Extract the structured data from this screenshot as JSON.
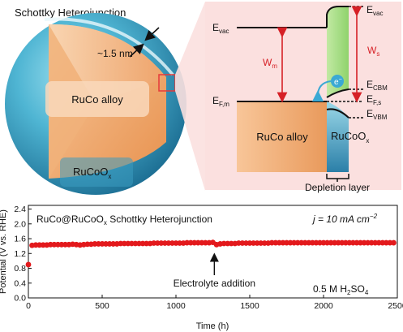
{
  "sphere": {
    "title": "Schottky Heterojunction",
    "shell_thickness": "~1.5 nm",
    "core_label": "RuCo alloy",
    "shell_label_main": "RuCoO",
    "shell_label_sub": "x"
  },
  "band_diagram": {
    "evac_left": {
      "main": "E",
      "sub": "vac"
    },
    "evac_right": {
      "main": "E",
      "sub": "vac"
    },
    "wm": {
      "main": "W",
      "sub": "m"
    },
    "ws": {
      "main": "W",
      "sub": "s"
    },
    "efm": {
      "main": "E",
      "sub": "F,m"
    },
    "ecbm": {
      "main": "E",
      "sub": "CBM"
    },
    "efs": {
      "main": "E",
      "sub": "F,s"
    },
    "evbm": {
      "main": "E",
      "sub": "VBM"
    },
    "electron": "e",
    "electron_sup": "−",
    "metal_label": "RuCo alloy",
    "semi_label_main": "RuCoO",
    "semi_label_sub": "x",
    "depletion_label": "Depletion layer"
  },
  "chart_data": {
    "type": "scatter",
    "annotation_title_main": "RuCo@RuCoO",
    "annotation_title_sub": "x",
    "annotation_title_rest": " Schottky Heterojunction",
    "current_density_main": "j = 10 mA cm",
    "current_density_sup": "−2",
    "electrolyte_main": "0.5 M H",
    "electrolyte_sub1": "2",
    "electrolyte_mid": "SO",
    "electrolyte_sub2": "4",
    "event_label": "Electrolyte addition",
    "event_x": 1260,
    "xlabel": "Time (h)",
    "ylabel": "Potential (V vs. RHE)",
    "xlim": [
      0,
      2500
    ],
    "ylim": [
      0.0,
      2.5
    ],
    "xticks": [
      0,
      500,
      1000,
      1500,
      2000,
      2500
    ],
    "yticks": [
      0.0,
      0.4,
      0.8,
      1.2,
      1.6,
      2.0,
      2.4
    ],
    "ytick_labels": [
      "0.0",
      "0.4",
      "0.8",
      "1.2",
      "1.6",
      "2.0",
      "2.4"
    ],
    "marker_color": "#e3191c",
    "series": [
      {
        "x": [
          0,
          25,
          50,
          75,
          100,
          125,
          150,
          175,
          200,
          225,
          250,
          275,
          300,
          325,
          350,
          375,
          400,
          425,
          450,
          475,
          500,
          525,
          550,
          575,
          600,
          625,
          650,
          675,
          700,
          725,
          750,
          775,
          800,
          825,
          850,
          875,
          900,
          925,
          950,
          975,
          1000,
          1025,
          1050,
          1075,
          1100,
          1125,
          1150,
          1175,
          1200,
          1225,
          1250,
          1275,
          1300,
          1325,
          1350,
          1375,
          1400,
          1425,
          1450,
          1475,
          1500,
          1525,
          1550,
          1575,
          1600,
          1625,
          1650,
          1675,
          1700,
          1725,
          1750,
          1775,
          1800,
          1825,
          1850,
          1875,
          1900,
          1925,
          1950,
          1975,
          2000,
          2025,
          2050,
          2075,
          2100,
          2125,
          2150,
          2175,
          2200,
          2225,
          2250,
          2275,
          2300,
          2325,
          2350,
          2375,
          2400,
          2425,
          2450,
          2475
        ],
        "y": [
          0.9,
          1.42,
          1.43,
          1.43,
          1.43,
          1.43,
          1.44,
          1.44,
          1.44,
          1.44,
          1.44,
          1.44,
          1.45,
          1.44,
          1.43,
          1.44,
          1.45,
          1.45,
          1.46,
          1.46,
          1.46,
          1.46,
          1.46,
          1.46,
          1.46,
          1.47,
          1.47,
          1.47,
          1.47,
          1.47,
          1.47,
          1.47,
          1.47,
          1.47,
          1.48,
          1.48,
          1.48,
          1.48,
          1.48,
          1.48,
          1.48,
          1.48,
          1.48,
          1.49,
          1.49,
          1.49,
          1.49,
          1.49,
          1.49,
          1.49,
          1.5,
          1.44,
          1.46,
          1.47,
          1.47,
          1.47,
          1.47,
          1.48,
          1.48,
          1.48,
          1.48,
          1.48,
          1.48,
          1.48,
          1.48,
          1.48,
          1.49,
          1.49,
          1.49,
          1.49,
          1.49,
          1.49,
          1.49,
          1.49,
          1.49,
          1.49,
          1.49,
          1.49,
          1.49,
          1.49,
          1.49,
          1.49,
          1.49,
          1.49,
          1.49,
          1.49,
          1.49,
          1.49,
          1.49,
          1.49,
          1.49,
          1.49,
          1.49,
          1.49,
          1.49,
          1.49,
          1.49,
          1.49,
          1.49,
          1.49
        ]
      }
    ]
  }
}
